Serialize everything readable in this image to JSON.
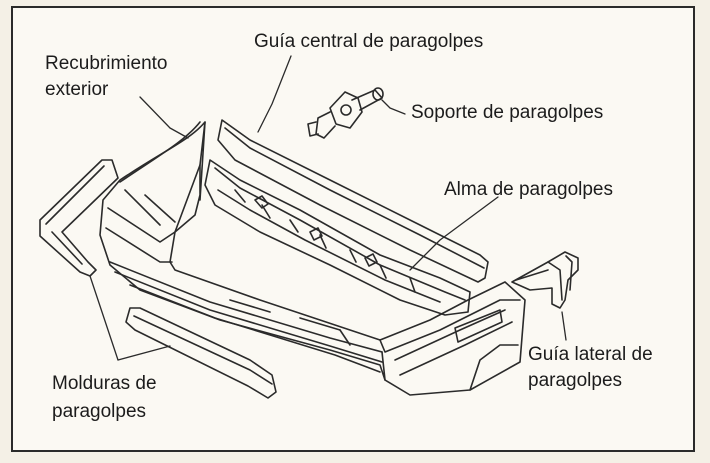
{
  "labels": {
    "recubrimiento_line1": "Recubrimiento",
    "recubrimiento_line2": "exterior",
    "guia_central": "Guía central de paragolpes",
    "soporte": "Soporte de paragolpes",
    "alma": "Alma de paragolpes",
    "guia_lateral_line1": "Guía lateral de",
    "guia_lateral_line2": "paragolpes",
    "molduras_line1": "Molduras de",
    "molduras_line2": "paragolpes"
  },
  "colors": {
    "ink": "#2b2b2b",
    "paper": "#fbf9f3",
    "frame": "#2a2a2a"
  }
}
